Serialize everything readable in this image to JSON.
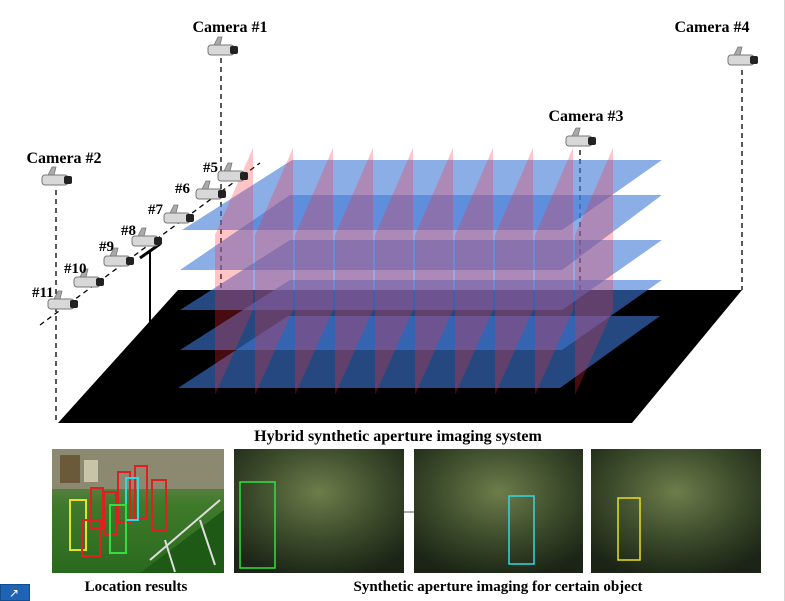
{
  "cameras": {
    "camera1": "Camera #1",
    "camera2": "Camera #2",
    "camera3": "Camera #3",
    "camera4": "Camera #4",
    "array": [
      "#5",
      "#6",
      "#7",
      "#8",
      "#9",
      "#10",
      "#11"
    ]
  },
  "captions": {
    "system": "Hybrid synthetic aperture imaging system",
    "location": "Location results",
    "synthetic": "Synthetic aperture imaging for certain object"
  },
  "colors": {
    "floor": "#000000",
    "horizontal_planes": "#3f78d6",
    "vertical_planes": "#ff2a3a",
    "box_red": "#e02020",
    "box_yellow": "#e8e020",
    "box_green": "#30e040",
    "box_cyan": "#30d8e8"
  },
  "icons": {
    "camera": "cctv-camera-icon",
    "expand": "expand-arrow-icon"
  }
}
